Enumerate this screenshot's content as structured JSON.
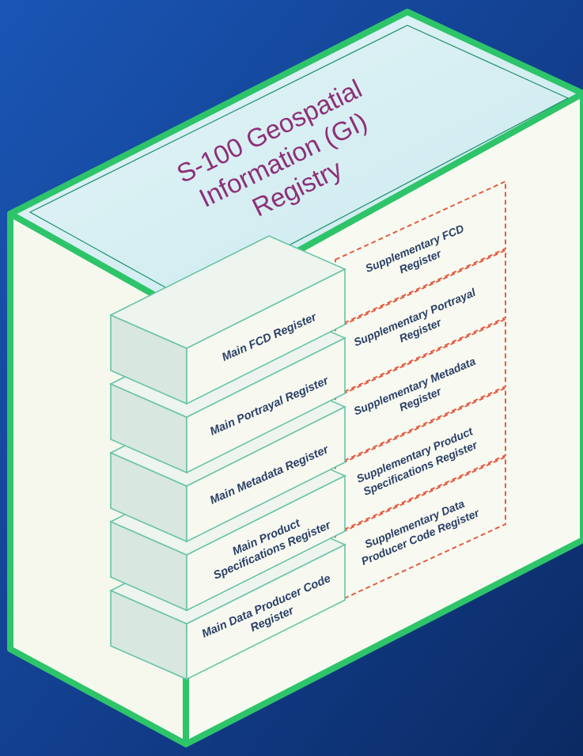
{
  "diagram": {
    "title_lines": [
      "S-100 Geospatial",
      "Information (GI)",
      "Registry"
    ],
    "main_registers": [
      [
        "Main FCD Register"
      ],
      [
        "Main Portrayal Register"
      ],
      [
        "Main Metadata Register"
      ],
      [
        "Main Product",
        "Specifications Register"
      ],
      [
        "Main Data Producer Code",
        "Register"
      ]
    ],
    "supplementary_registers": [
      [
        "Supplementary FCD",
        "Register"
      ],
      [
        "Supplementary Portrayal",
        "Register"
      ],
      [
        "Supplementary Metadata",
        "Register"
      ],
      [
        "Supplementary Product",
        "Specifications Register"
      ],
      [
        "Supplementary Data",
        "Producer Code Register"
      ]
    ]
  },
  "colors": {
    "background": "#123e8c",
    "box_stroke": "#2ec46a",
    "box_fill": "#f6f8ee",
    "top_fill": "#d9f0f4",
    "title_text": "#8e2f78",
    "main_block_fill": "#d8e7df",
    "main_block_stroke": "#67c4a6",
    "supp_stroke": "#e35d43",
    "label_text": "#2b3f66"
  }
}
